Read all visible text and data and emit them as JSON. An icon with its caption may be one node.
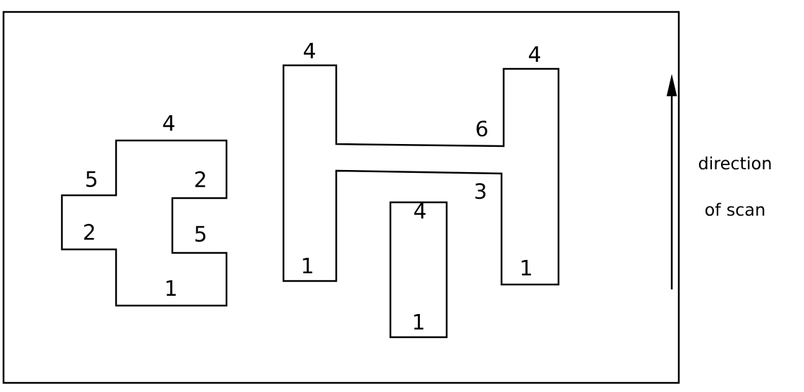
{
  "diagram": {
    "labels": [
      "4",
      "4",
      "4",
      "6",
      "5",
      "2",
      "3",
      "4",
      "2",
      "5",
      "1",
      "1",
      "1",
      "1",
      "direction of scan"
    ]
  }
}
